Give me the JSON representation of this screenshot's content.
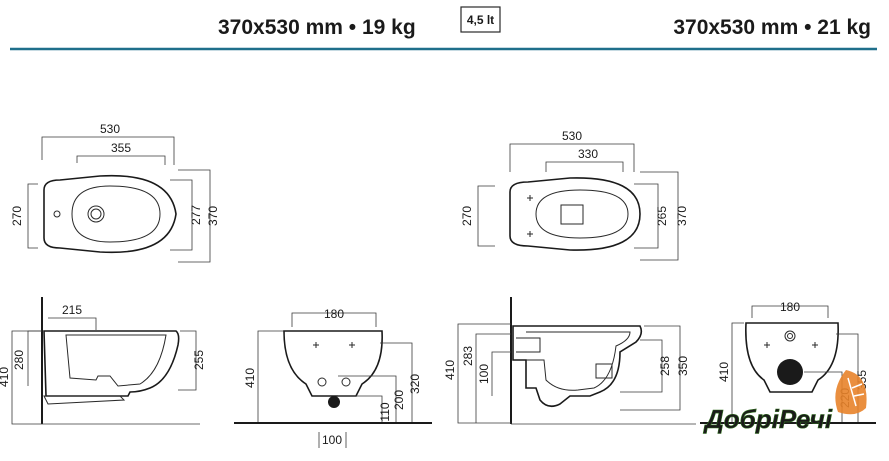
{
  "header": {
    "left_spec": "370x530 mm • 19 kg",
    "flush_badge": "4,5 lt",
    "right_spec": "370x530 mm • 21 kg",
    "rule_color": "#1f6f8b"
  },
  "bidet": {
    "top_view": {
      "width_outer": "530",
      "width_inner": "355",
      "depth_left": "270",
      "depth_inner": "277",
      "depth_outer": "370"
    },
    "side_view": {
      "top_offset": "215",
      "height_total": "410",
      "height_rim": "280",
      "height_front": "255"
    },
    "front_view": {
      "width": "180",
      "height_total": "410",
      "h320": "320",
      "h200": "200",
      "h110": "110",
      "bottom_width": "100"
    }
  },
  "wc": {
    "top_view": {
      "width_outer": "530",
      "width_inner": "330",
      "depth_left": "270",
      "depth_inner": "265",
      "depth_outer": "370"
    },
    "side_view": {
      "height_total": "410",
      "h283": "283",
      "h100": "100",
      "h258": "258",
      "h350": "350"
    },
    "front_view": {
      "width": "180",
      "height_total": "410",
      "h355": "355",
      "h220": "220"
    }
  },
  "logo": {
    "text": "ДобріРечі",
    "colors": {
      "green": "#5a9e2f",
      "orange": "#e8832a",
      "dark": "#2f6e1e"
    }
  }
}
